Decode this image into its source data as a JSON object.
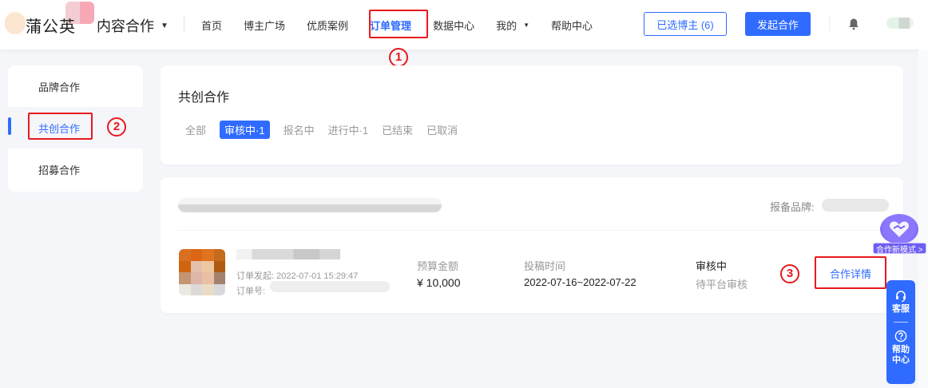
{
  "header": {
    "brand": "蒲公英",
    "product": "内容合作",
    "nav": [
      {
        "label": "首页",
        "active": false,
        "dropdown": false
      },
      {
        "label": "博主广场",
        "active": false,
        "dropdown": false
      },
      {
        "label": "优质案例",
        "active": false,
        "dropdown": false
      },
      {
        "label": "订单管理",
        "active": true,
        "dropdown": false
      },
      {
        "label": "数据中心",
        "active": false,
        "dropdown": false
      },
      {
        "label": "我的",
        "active": false,
        "dropdown": true
      },
      {
        "label": "帮助中心",
        "active": false,
        "dropdown": false
      }
    ],
    "selected_bloggers_button": "已选博主 (6)",
    "start_cooperation_button": "发起合作",
    "icons": {
      "bell": "bell-icon",
      "caret": "▾"
    }
  },
  "sidebar": {
    "items": [
      {
        "label": "品牌合作",
        "active": false
      },
      {
        "label": "共创合作",
        "active": true
      },
      {
        "label": "招募合作",
        "active": false
      }
    ]
  },
  "filter_card": {
    "title": "共创合作",
    "tabs": [
      {
        "label": "全部",
        "active": false
      },
      {
        "label": "审核中·1",
        "active": true
      },
      {
        "label": "报名中",
        "active": false
      },
      {
        "label": "进行中·1",
        "active": false
      },
      {
        "label": "已结束",
        "active": false
      },
      {
        "label": "已取消",
        "active": false
      }
    ]
  },
  "order_card": {
    "brand_label": "报备品牌:",
    "order_created": "订单发起: 2022-07-01 15:29:47",
    "order_no_label": "订单号:",
    "budget_label": "预算金额",
    "budget_value": "¥ 10,000",
    "time_label": "投稿时间",
    "time_value": "2022-07-16~2022-07-22",
    "status_label": "审核中",
    "status_sub": "待平台审核",
    "detail_link": "合作详情"
  },
  "annotations": {
    "one": "1",
    "two": "2",
    "three": "3",
    "color": "#e8191c"
  },
  "floating": {
    "new_mode_label": "合作新模式 >",
    "service_label": "客服",
    "help_label": "帮助中心"
  },
  "colors": {
    "accent": "#2f6bff",
    "page_bg": "#f5f6fa",
    "annotation_red": "#e8191c"
  }
}
